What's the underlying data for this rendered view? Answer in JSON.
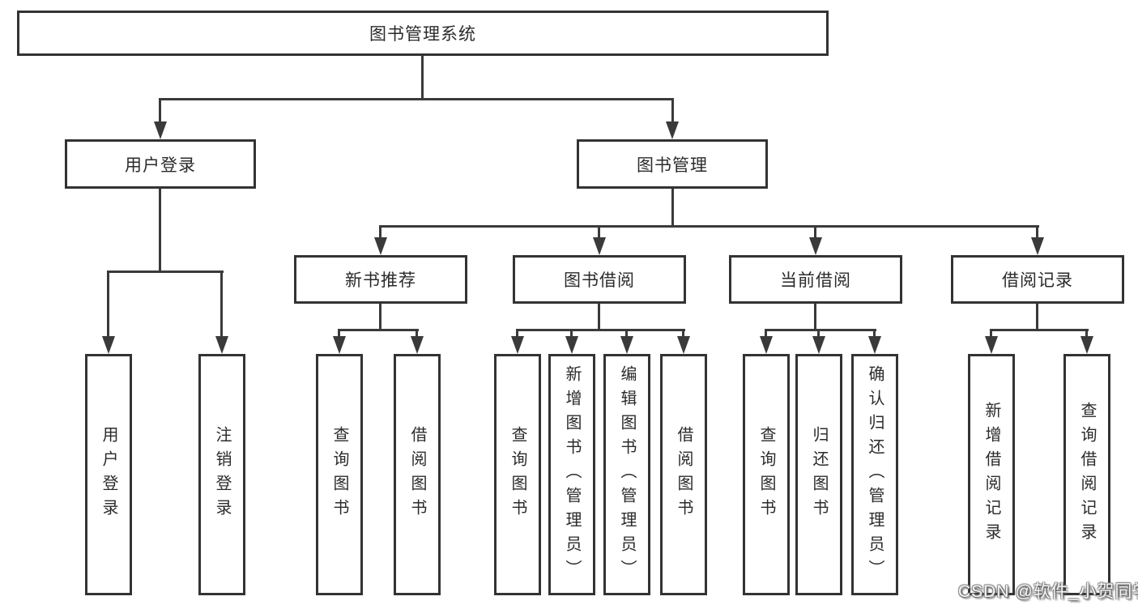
{
  "nodes": {
    "root": "图书管理系统",
    "user_login": "用户登录",
    "book_management": "图书管理",
    "new_book_recommend": "新书推荐",
    "book_borrow": "图书借阅",
    "current_borrow": "当前借阅",
    "borrow_record": "借阅记录",
    "leaf_user_login": "用户登录",
    "leaf_logout": "注销登录",
    "leaf_query_book_1": "查询图书",
    "leaf_borrow_book_1": "借阅图书",
    "leaf_query_book_2": "查询图书",
    "leaf_add_book_admin": "新增图书（管理员）",
    "leaf_edit_book_admin": "编辑图书（管理员）",
    "leaf_borrow_book_2": "借阅图书",
    "leaf_query_book_3": "查询图书",
    "leaf_return_book": "归还图书",
    "leaf_confirm_return_admin": "确认归还（管理员）",
    "leaf_add_borrow_record": "新增借阅记录",
    "leaf_query_borrow_record": "查询借阅记录"
  },
  "watermark": "CSDN @软件_小贺同学",
  "colors": {
    "line": "#3a3a3a",
    "box_border": "#333333",
    "text": "#2b2b2b",
    "background": "#ffffff",
    "watermark_fill": "#f5f5f5",
    "watermark_shadow": "#4a4a4a"
  }
}
